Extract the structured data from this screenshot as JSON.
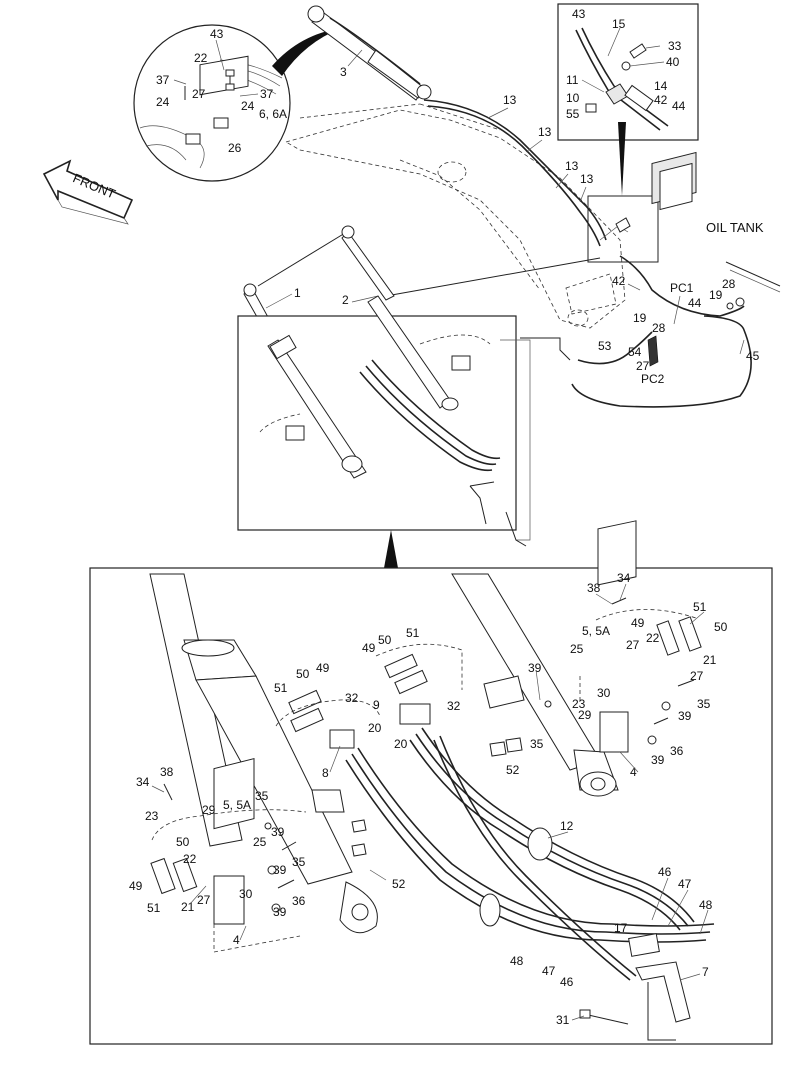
{
  "texts": {
    "front": "FRONT",
    "oil_tank": "OIL TANK",
    "pc1": "PC1",
    "pc2": "PC2"
  },
  "callouts": {
    "c_43a": "43",
    "c_22a": "22",
    "c_37a": "37",
    "c_27a": "27",
    "c_37b": "37",
    "c_24a": "24",
    "c_24b": "24",
    "c_66a": "6, 6A",
    "c_26": "26",
    "c_3": "3",
    "c_43b": "43",
    "c_15": "15",
    "c_33": "33",
    "c_40": "40",
    "c_11": "11",
    "c_14": "14",
    "c_10": "10",
    "c_42a": "42",
    "c_44a": "44",
    "c_55": "55",
    "c_13a": "13",
    "c_13b": "13",
    "c_13c": "13",
    "c_13d": "13",
    "c_1": "1",
    "c_2": "2",
    "c_42b": "42",
    "c_44b": "44",
    "c_28a": "28",
    "c_19a": "19",
    "c_19b": "19",
    "c_28b": "28",
    "c_45": "45",
    "c_53": "53",
    "c_54": "54",
    "c_27b": "27",
    "d_38a": "38",
    "d_34a": "34",
    "d_49a": "49",
    "d_51a": "51",
    "d_50a": "50",
    "d_55a": "5, 5A",
    "d_27a": "27",
    "d_22a": "22",
    "d_21a": "21",
    "d_25a": "25",
    "d_27b": "27",
    "d_29a": "29",
    "d_30a": "30",
    "d_23a": "23",
    "d_35a": "35",
    "d_39a": "39",
    "d_36a": "36",
    "d_39b": "39",
    "d_4a": "4",
    "d_50b": "50",
    "d_51b": "51",
    "d_49b": "49",
    "d_39c": "39",
    "d_9": "9",
    "d_32a": "32",
    "d_20a": "20",
    "d_35b": "35",
    "d_52a": "52",
    "d_51c": "51",
    "d_50c": "50",
    "d_49c": "49",
    "d_32b": "32",
    "d_20b": "20",
    "d_8": "8",
    "d_34b": "34",
    "d_38b": "38",
    "d_23b": "23",
    "d_29b": "29",
    "d_55b": "5, 5A",
    "d_35c": "35",
    "d_50d": "50",
    "d_25b": "25",
    "d_39d": "39",
    "d_22b": "22",
    "d_35d": "35",
    "d_39e": "39",
    "d_49d": "49",
    "d_51d": "51",
    "d_21b": "21",
    "d_27c": "27",
    "d_30b": "30",
    "d_36b": "36",
    "d_39f": "39",
    "d_4b": "4",
    "d_52b": "52",
    "d_12": "12",
    "d_46a": "46",
    "d_47a": "47",
    "d_48a": "48",
    "d_17": "17",
    "d_7": "7",
    "d_48b": "48",
    "d_47b": "47",
    "d_46b": "46",
    "d_31": "31"
  }
}
